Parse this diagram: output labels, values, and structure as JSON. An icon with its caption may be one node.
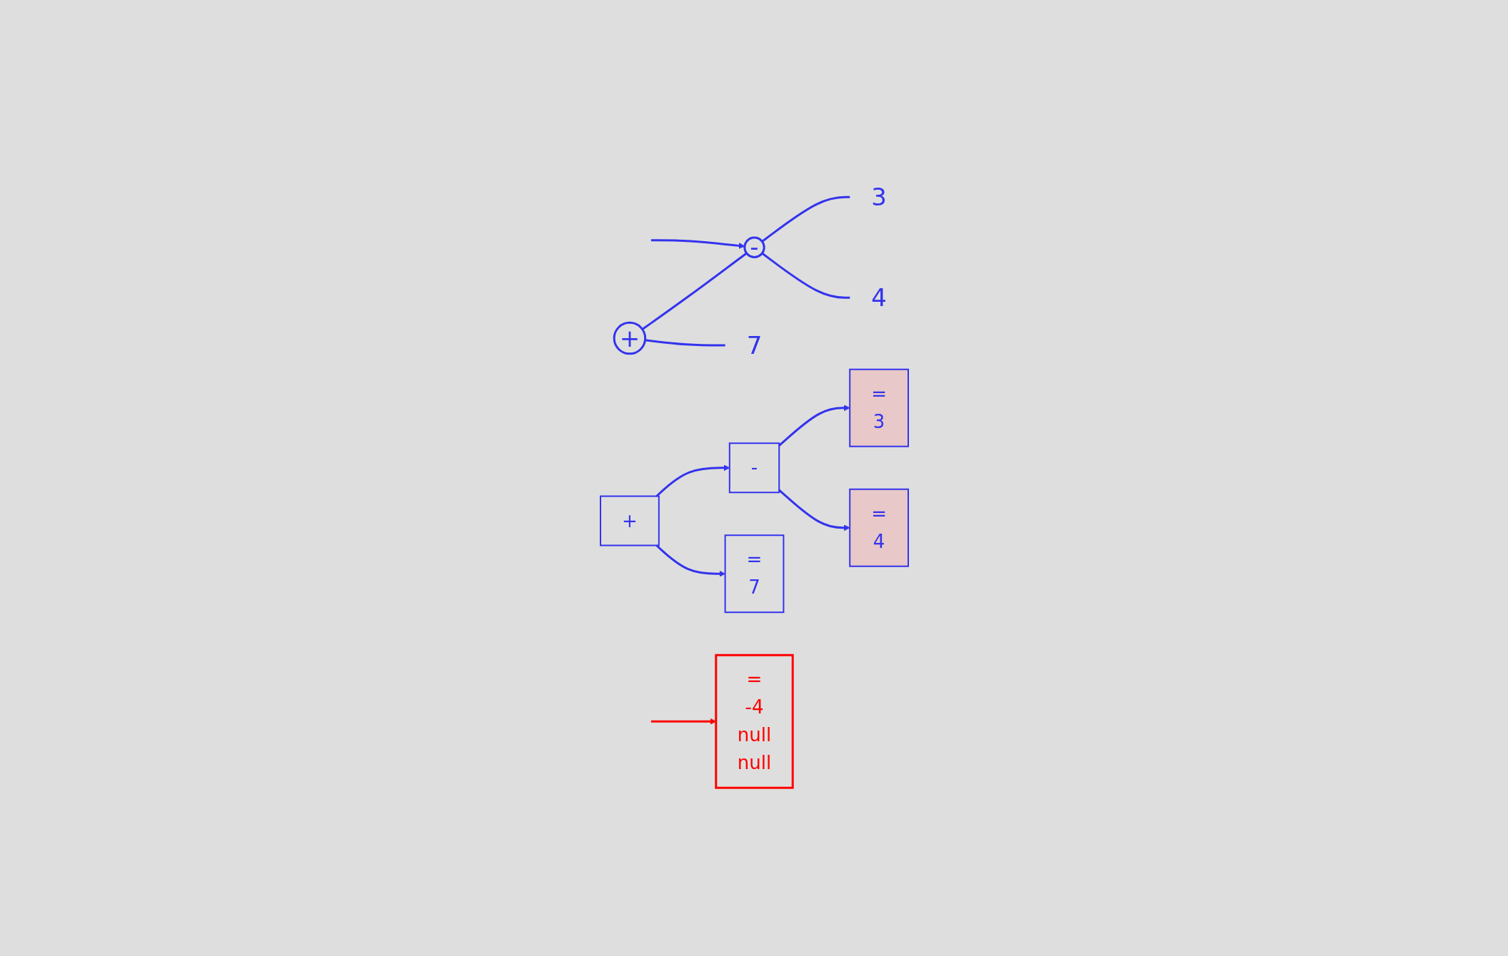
{
  "diagram": {
    "nodes": [
      {
        "text": [
          "+"
        ]
      },
      {
        "text": [
          "-"
        ]
      },
      {
        "text": [
          "7"
        ]
      },
      {
        "text": [
          "3"
        ]
      },
      {
        "text": [
          "4"
        ]
      },
      {
        "text": [
          "+"
        ]
      },
      {
        "text": [
          "-"
        ]
      },
      {
        "text": [
          "=",
          "3"
        ]
      },
      {
        "text": [
          "=",
          "4"
        ]
      },
      {
        "text": [
          "=",
          "7"
        ]
      },
      {
        "text": [
          "=",
          "-4",
          "null",
          "null"
        ]
      }
    ],
    "edges": [
      {
        "from": 0,
        "to": 1,
        "arrow": "none"
      },
      {
        "from": 0,
        "to": 2,
        "arrow": "none"
      },
      {
        "from": 1,
        "to": 3,
        "arrow": "none"
      },
      {
        "from": 1,
        "to": 4,
        "arrow": "none"
      },
      {
        "from": null,
        "to": 1,
        "arrow": "to"
      },
      {
        "from": 5,
        "to": 6,
        "arrow": "to"
      },
      {
        "from": 5,
        "to": 9,
        "arrow": "to"
      },
      {
        "from": 6,
        "to": 7,
        "arrow": "to"
      },
      {
        "from": 6,
        "to": 8,
        "arrow": "to"
      },
      {
        "from": null,
        "to": 10,
        "arrow": "to",
        "color": "#ff0000"
      }
    ]
  }
}
